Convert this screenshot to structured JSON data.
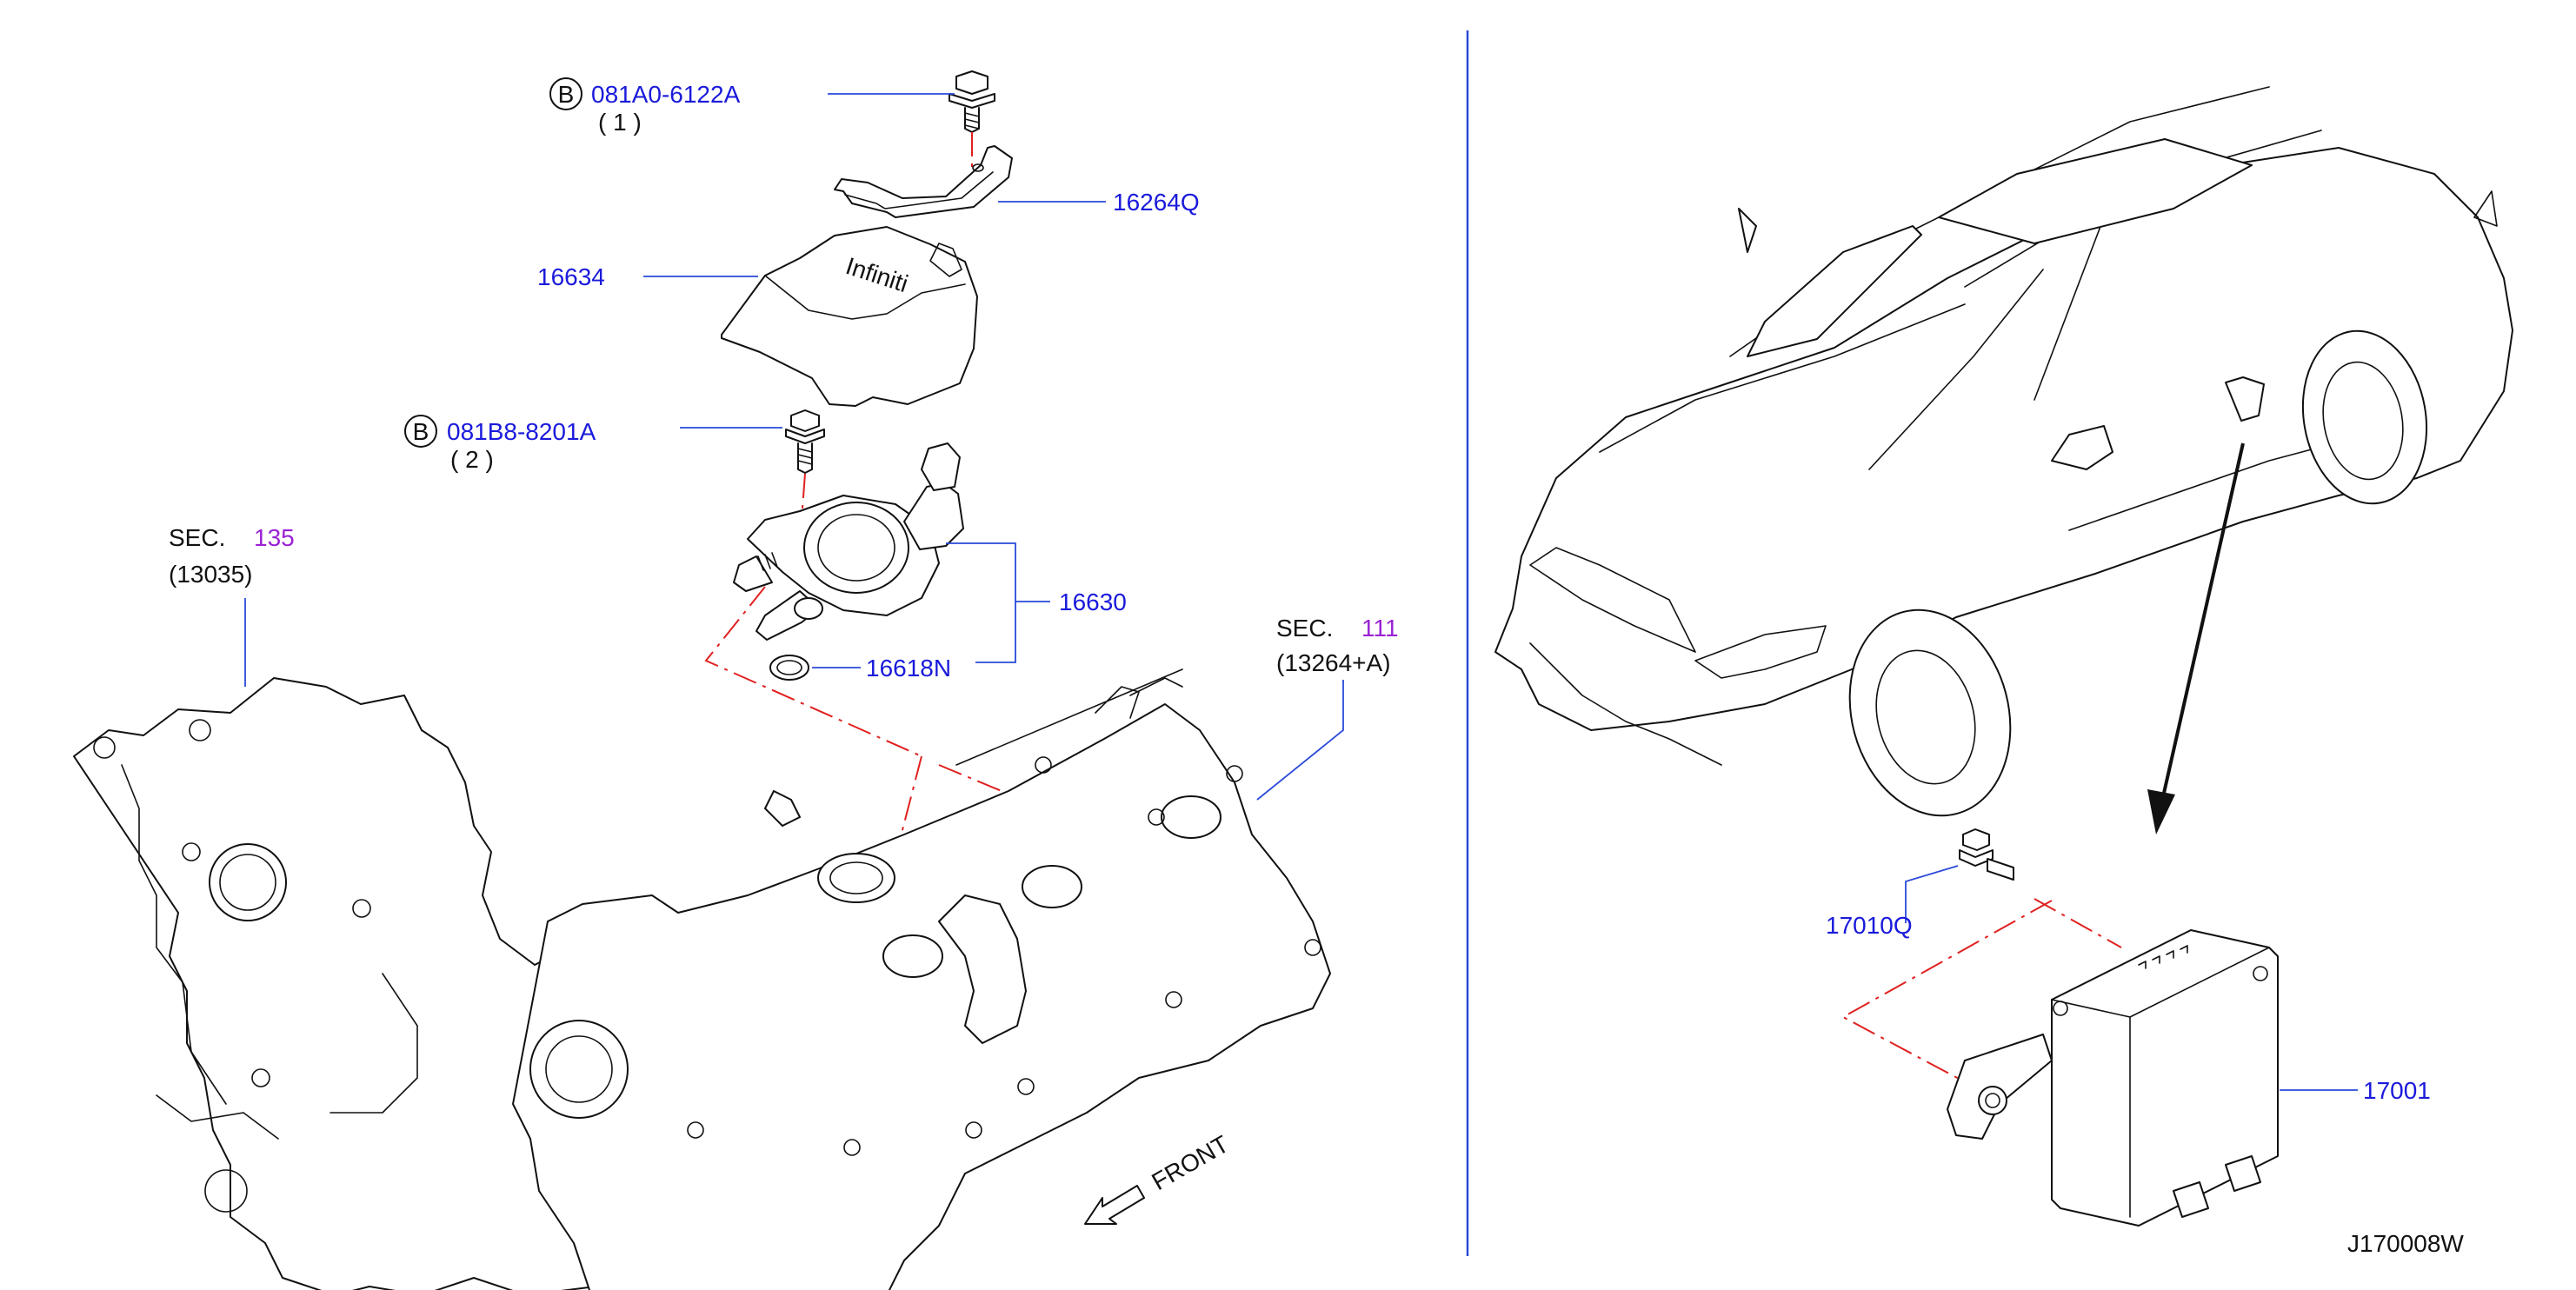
{
  "parts": {
    "bolt_1_code": "081A0-6122A",
    "bolt_1_qty": "( 1 )",
    "bolt_2_code": "081B8-8201A",
    "bolt_2_qty": "( 2 )",
    "bolt_prefix": "B",
    "bracket": "16264Q",
    "pump_cover": "16634",
    "fuel_pump": "16630",
    "o_ring": "16618N",
    "module_bolt": "17010Q",
    "control_module": "17001"
  },
  "sections": {
    "sec_a_label": "SEC.",
    "sec_a_num": "135",
    "sec_a_ref": "(13035)",
    "sec_b_label": "SEC.",
    "sec_b_num": "111",
    "sec_b_ref": "(13264+A)"
  },
  "front_label": "FRONT",
  "diagram_id": "J170008W",
  "colors": {
    "part_number": "#1a1adb",
    "section_number": "#9a22d6",
    "leader_line": "#2a4ad8",
    "phantom_line": "#e02020",
    "divider": "#2a4ad8"
  }
}
